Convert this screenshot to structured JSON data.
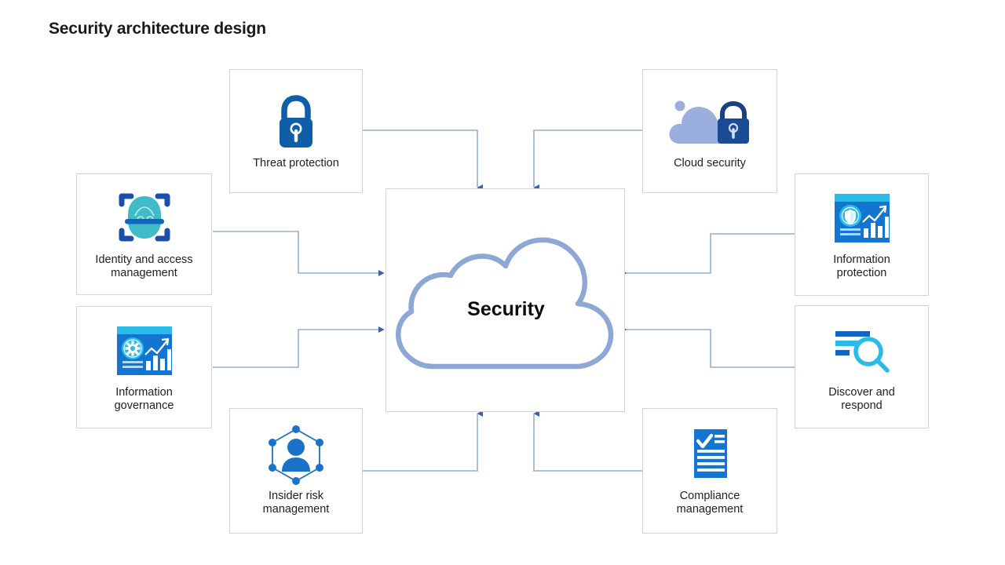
{
  "title": "Security architecture design",
  "colors": {
    "connector": "#4a72b4",
    "connector_light": "#9db4d8",
    "box_border": "#d4d4d4",
    "cloud_outline": "#8fa7d6",
    "icon_blue_dark": "#0f5fa8",
    "icon_blue": "#1275d1",
    "icon_cyan": "#2bbbe8",
    "icon_teal": "#3fbcc8",
    "icon_lavender": "#9aafdd",
    "text": "#1f1f1f"
  },
  "center": {
    "label": "Security",
    "icon": "cloud-outline-icon"
  },
  "nodes": [
    {
      "id": "threat-protection",
      "label": "Threat protection",
      "icon": "padlock-icon"
    },
    {
      "id": "cloud-security",
      "label": "Cloud security",
      "icon": "cloud-lock-icon"
    },
    {
      "id": "identity-and-access-management",
      "label": "Identity and access\nmanagement",
      "icon": "face-scan-icon"
    },
    {
      "id": "information-governance",
      "label": "Information\ngovernance",
      "icon": "dashboard-gear-icon"
    },
    {
      "id": "information-protection",
      "label": "Information\nprotection",
      "icon": "dashboard-shield-icon"
    },
    {
      "id": "discover-and-respond",
      "label": "Discover and\nrespond",
      "icon": "filter-search-icon"
    },
    {
      "id": "insider-risk-management",
      "label": "Insider risk\nmanagement",
      "icon": "hexagon-person-icon"
    },
    {
      "id": "compliance-management",
      "label": "Compliance\nmanagement",
      "icon": "checklist-document-icon"
    }
  ]
}
